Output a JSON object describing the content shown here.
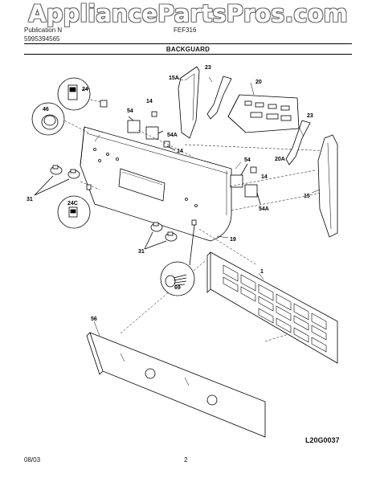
{
  "watermark": "AppliancePartsPros.com",
  "header": {
    "publication_prefix": "Publication N",
    "publication_number": "5995394565",
    "model": "FEF316",
    "section": "BACKGUARD"
  },
  "callouts": {
    "c24": "24",
    "c46": "46",
    "c54a": "54",
    "c14a": "14",
    "c15a": "15A",
    "c23a": "23",
    "c20": "20",
    "c54aA": "54A",
    "c14b": "14",
    "c31a": "31",
    "c24c": "24C",
    "c23b": "23",
    "c20a": "20A",
    "c54b": "54",
    "c14c": "14",
    "c54aB": "54A",
    "c15": "15",
    "c19": "19",
    "c31b": "31",
    "c69": "69",
    "c1": "1",
    "c56": "56"
  },
  "drawing_code": "L20G0037",
  "footer": {
    "date": "08/03",
    "page": "2"
  }
}
